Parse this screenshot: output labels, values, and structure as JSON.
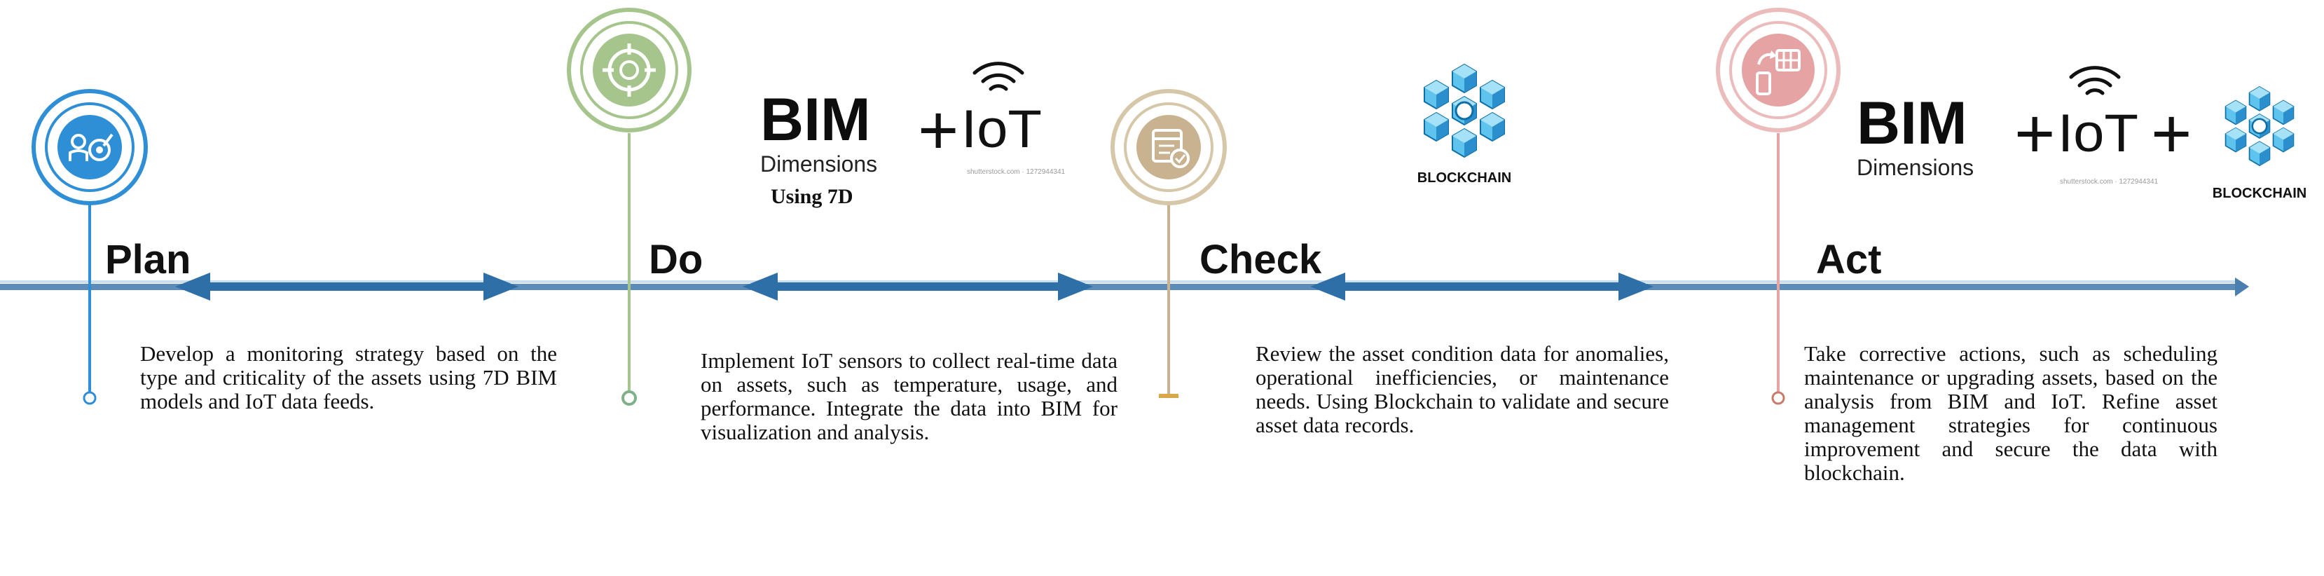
{
  "phases": [
    {
      "title": "Plan",
      "description": "Develop a monitoring strategy based on the type and criticality of the assets using 7D BIM models and IoT data feeds."
    },
    {
      "title": "Do",
      "description": "Implement IoT sensors to collect real-time data on assets, such as temperature, usage, and performance. Integrate the data into BIM for visualization and analysis."
    },
    {
      "title": "Check",
      "description": "Review the asset condition data for anomalies, operational inefficiencies, or maintenance needs. Using Blockchain to validate and secure asset data records."
    },
    {
      "title": "Act",
      "description": "Take corrective actions, such as scheduling maintenance or upgrading assets, based on the analysis from BIM and IoT. Refine asset management strategies for continuous improvement and secure the data with blockchain."
    }
  ],
  "logos": {
    "bim": "BIM",
    "dimensions": "Dimensions",
    "plus": "+",
    "iot": "IoT",
    "using": "Using 7D",
    "blockchain": "BLOCKCHAIN",
    "watermark": "shutterstock.com · 1272944341"
  },
  "colors": {
    "timeline": "#4a7fb0",
    "plan": "#2f8fd6",
    "do": "#a6c58c",
    "check": "#c8b28f",
    "act": "#e6a3a3",
    "blockchain": "#2a9fd8"
  },
  "icons": {
    "plan": "target-settings-icon",
    "do": "crosshair-target-icon",
    "check": "checklist-icon",
    "act": "device-sync-icon",
    "blockchain": "blockchain-cube-icon",
    "iot": "wifi-signal-icon"
  }
}
